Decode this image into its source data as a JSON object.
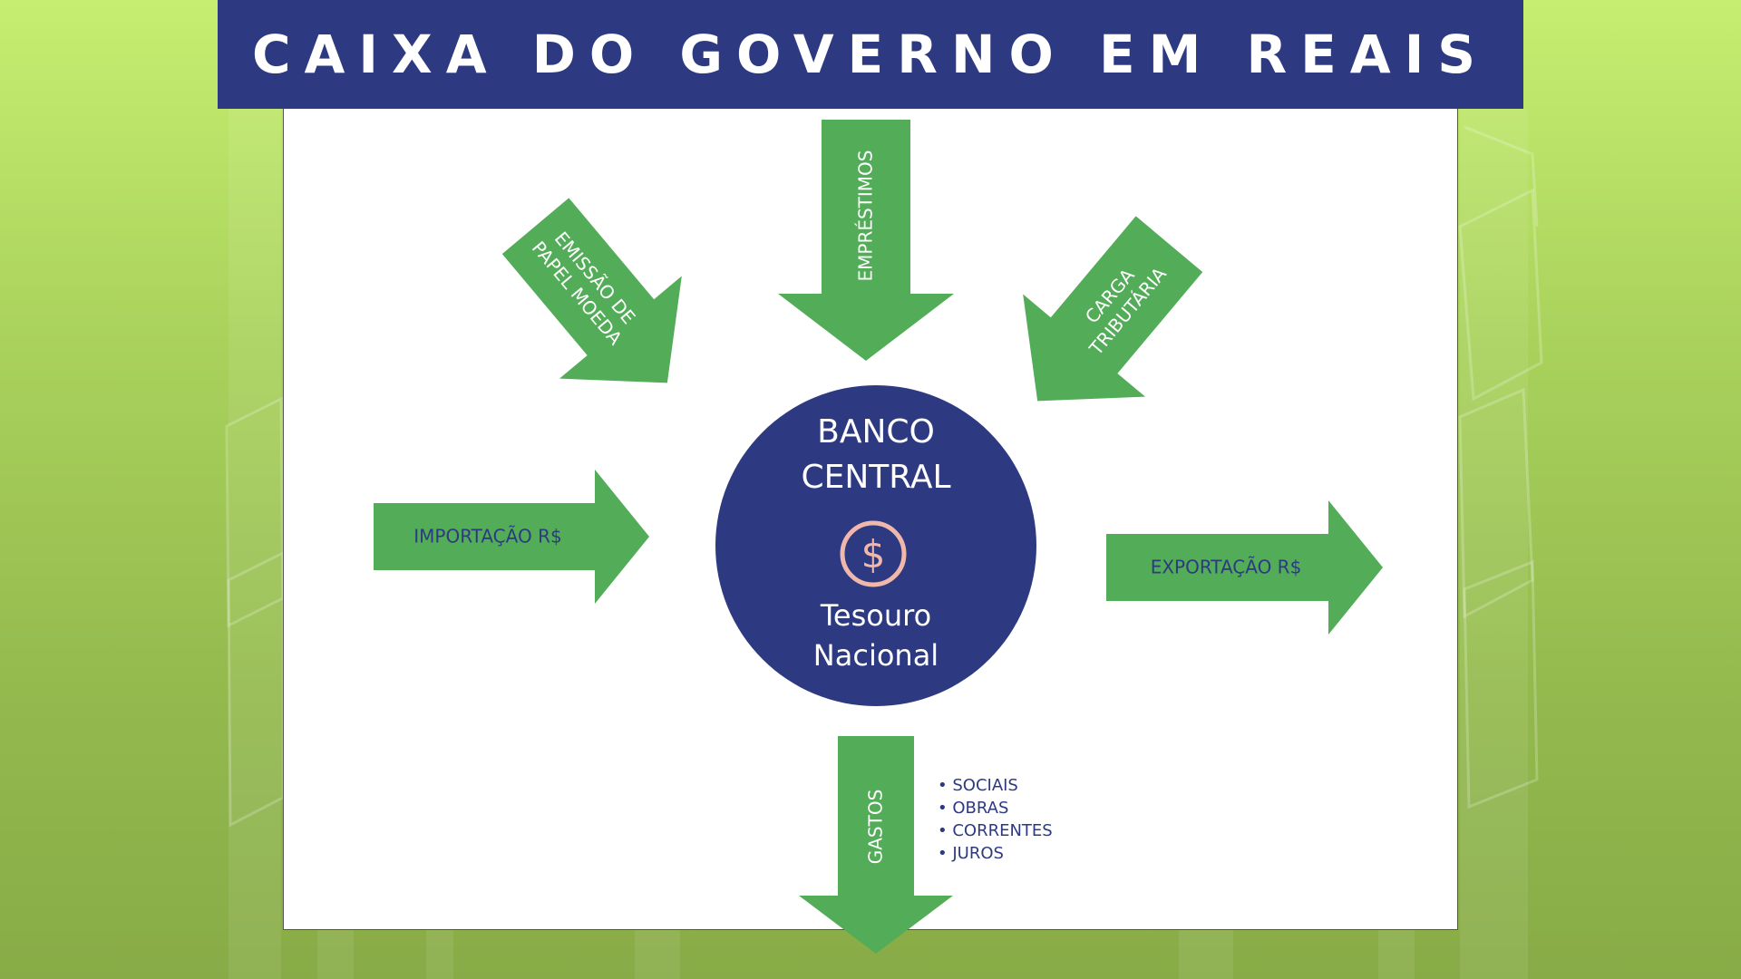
{
  "title": "CAIXA DO GOVERNO EM REAIS",
  "center": {
    "title_line1": "BANCO",
    "title_line2": "CENTRAL",
    "subtitle_line1": "Tesouro",
    "subtitle_line2": "Nacional",
    "icon": "dollar-coin-icon"
  },
  "arrows": {
    "emprestimos": "EMPRÉSTIMOS",
    "emissao_line1": "EMISSÃO DE",
    "emissao_line2": "PAPEL MOEDA",
    "carga_line1": "CARGA",
    "carga_line2": "TRIBUTÁRIA",
    "importacao": "IMPORTAÇÃO R$",
    "exportacao": "EXPORTAÇÃO R$",
    "gastos": "GASTOS"
  },
  "gastos_items": [
    "SOCIAIS",
    "OBRAS",
    "CORRENTES",
    "JUROS"
  ],
  "colors": {
    "navy": "#2d3a82",
    "arrow_green": "#52ac58",
    "coin_pink": "#f0b8ab",
    "background_green": "#a9d25c"
  }
}
